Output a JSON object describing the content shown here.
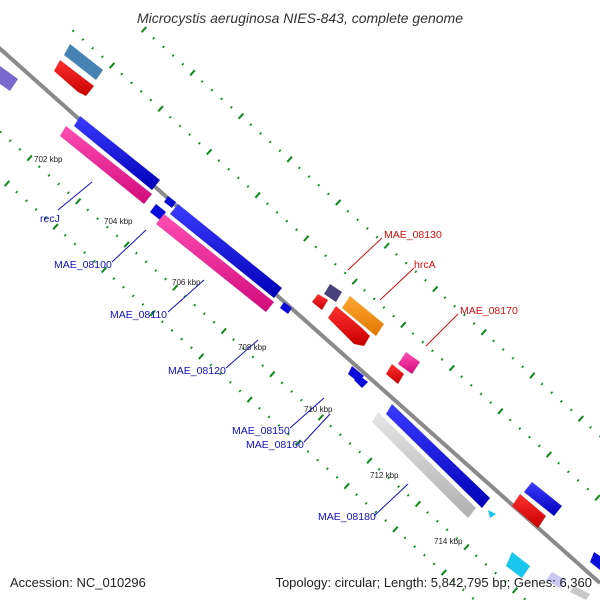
{
  "header": {
    "title": "Microcystis aeruginosa NIES-843, complete genome"
  },
  "footer": {
    "accession": "Accession: NC_010296",
    "topology": "Topology: circular; Length: 5,842,795 bp; Genes: 6,360"
  },
  "scale_ticks": [
    "702 kbp",
    "704 kbp",
    "706 kbp",
    "708 kbp",
    "710 kbp",
    "712 kbp",
    "714 kbp"
  ],
  "gene_labels_minus": [
    "recJ",
    "MAE_08100",
    "MAE_08110",
    "MAE_08120",
    "MAE_08150",
    "MAE_08160",
    "MAE_08180"
  ],
  "gene_labels_plus": [
    "MAE_08130",
    "hrcA",
    "MAE_08170"
  ],
  "colors": {
    "backbone": "#888888",
    "tick_dots": "#0a8a1a",
    "label_minus": "#1010c0",
    "label_plus": "#d01010",
    "gene_blue": "#0b0bd9",
    "gene_pink": "#e8168c",
    "gene_red": "#e00000",
    "gene_orange": "#ff8c00",
    "gene_grey": "#c8c8c8",
    "gene_steel": "#4682b4",
    "gene_purple": "#7a6ad0",
    "gene_darkslate": "#48407a",
    "gene_cyan": "#19c6ee"
  }
}
